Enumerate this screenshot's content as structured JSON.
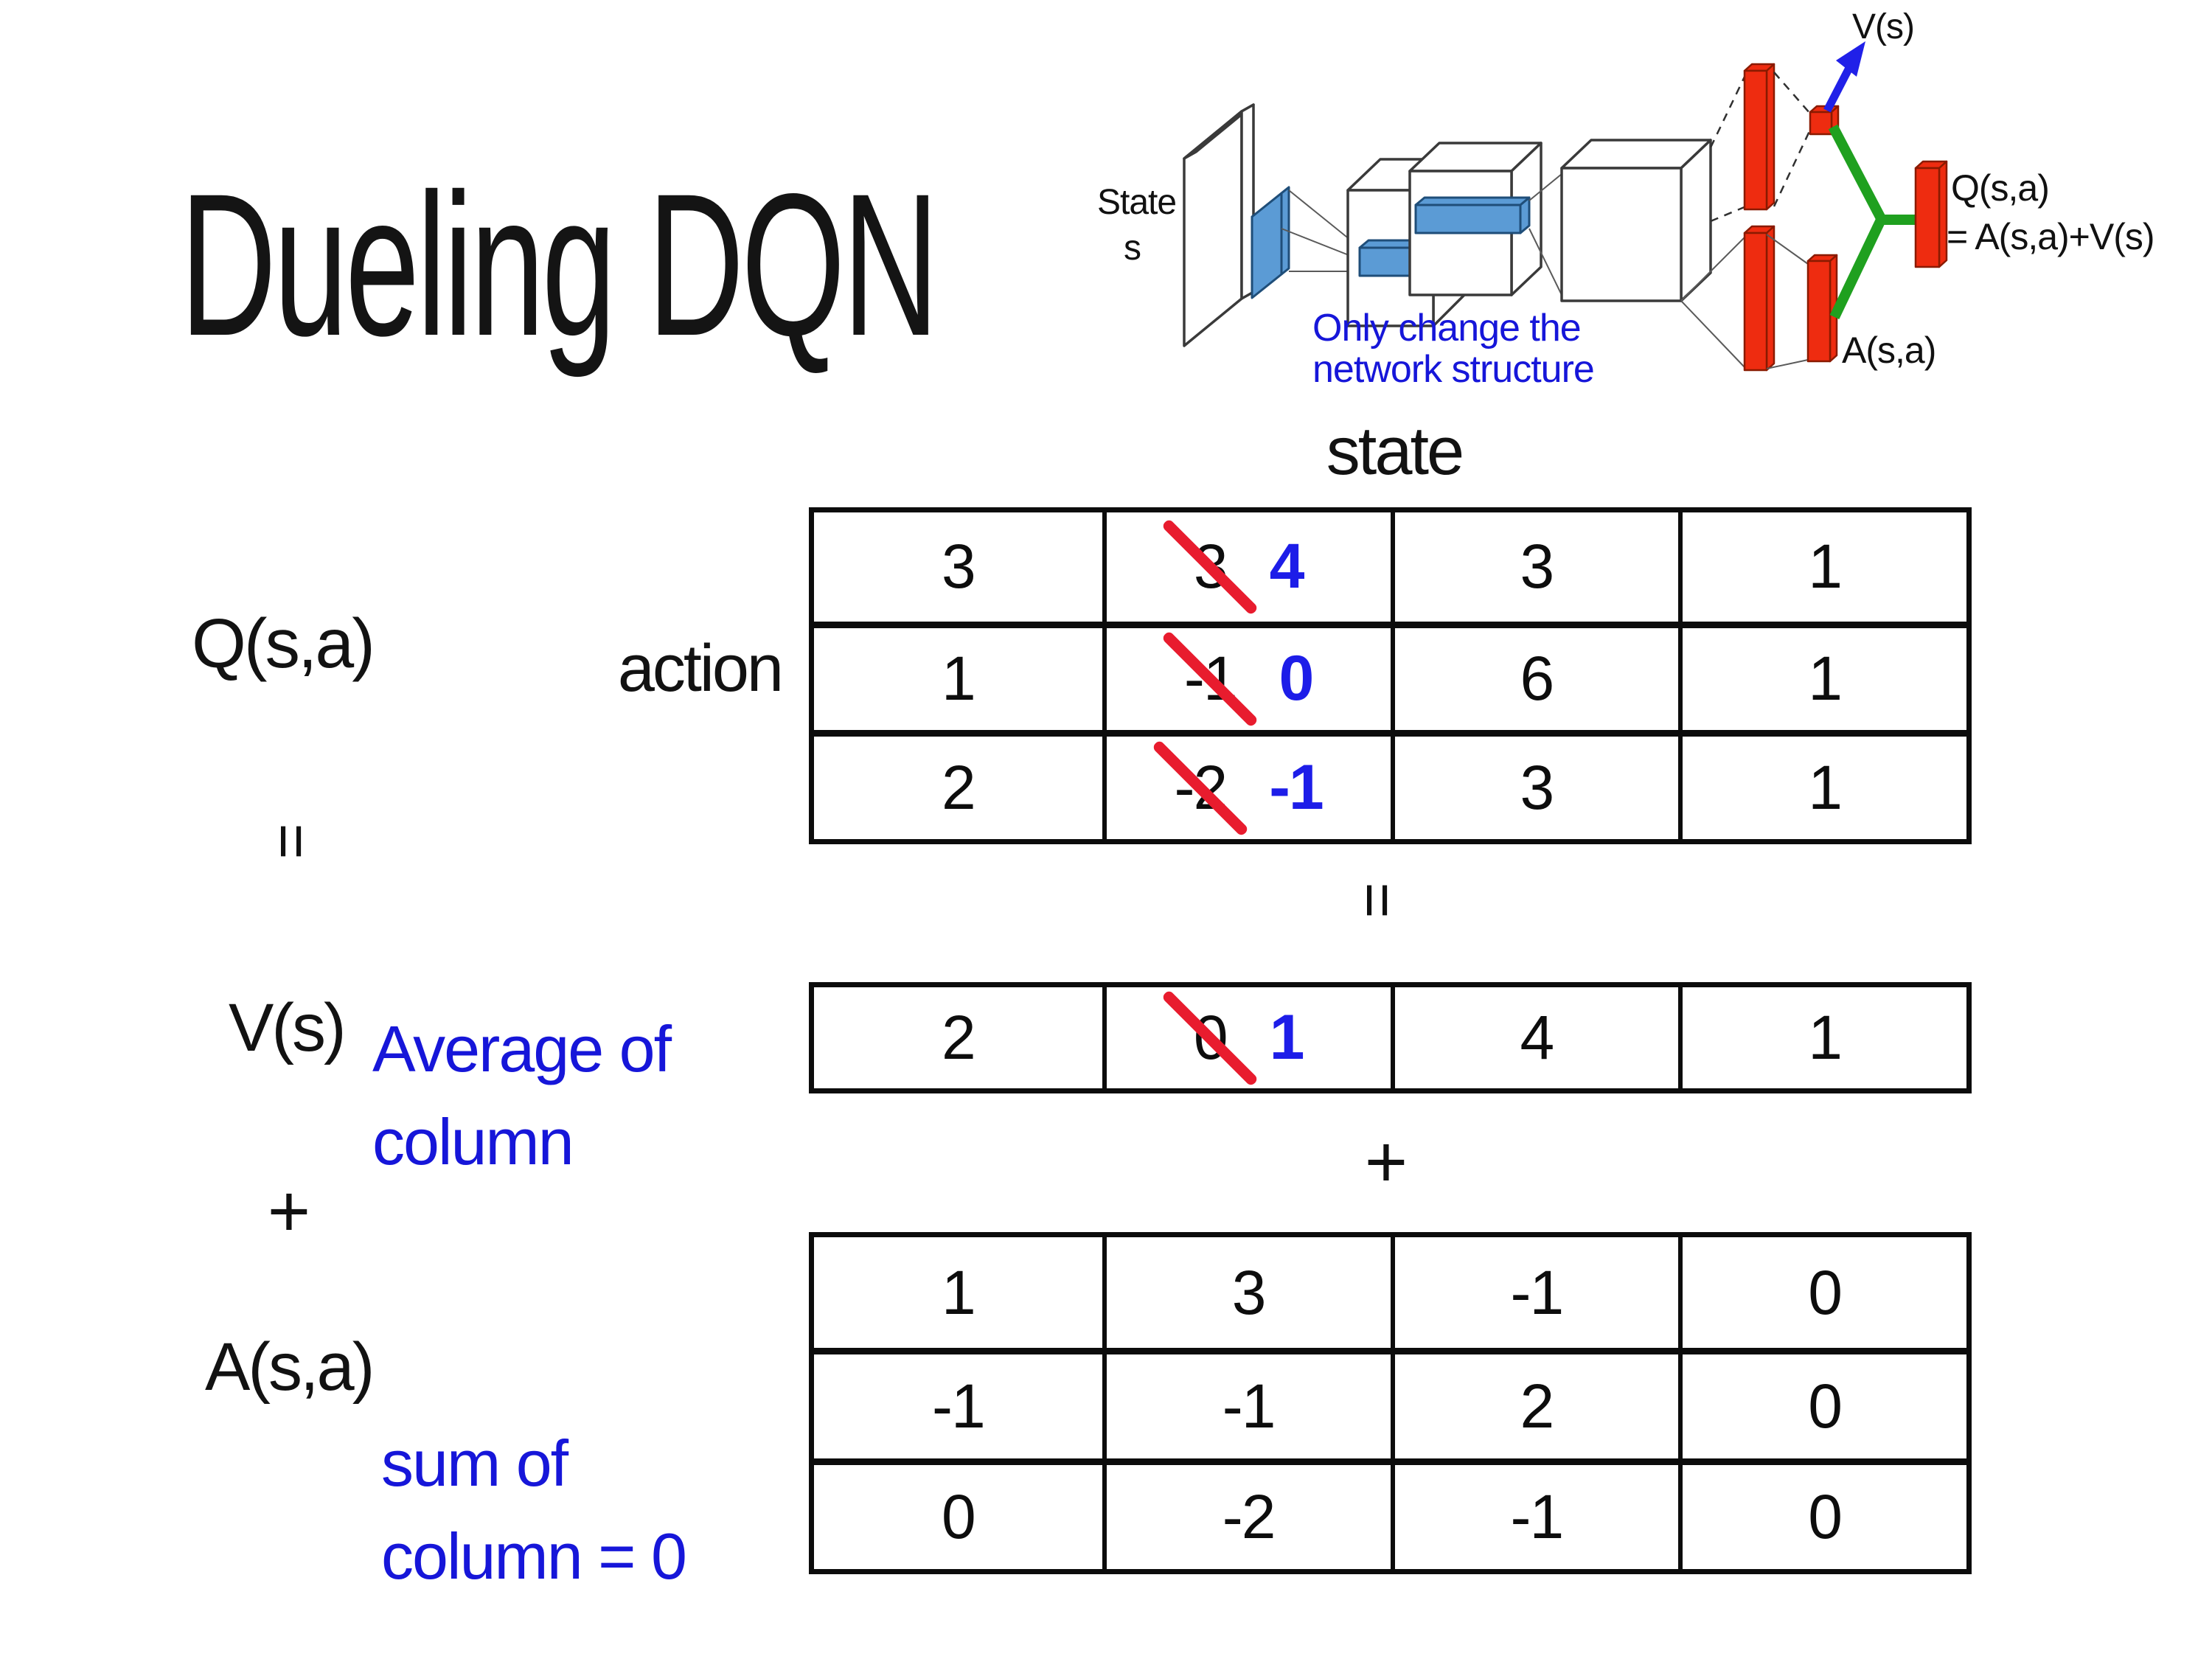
{
  "title": "Dueling DQN",
  "diagram": {
    "state_line1": "State",
    "state_line2": "s",
    "note1": "Only change the",
    "note2": "network structure",
    "v_out": "V(s)",
    "q_out1": "Q(s,a)",
    "q_out2": "= A(s,a)+V(s)",
    "a_out": "A(s,a)"
  },
  "labels": {
    "state_header": "state",
    "action": "action",
    "q": "Q(s,a)",
    "v": "V(s)",
    "a": "A(s,a)",
    "equals": "=",
    "plus": "+",
    "avg_note1": "Average of",
    "avg_note2": "column",
    "sum_note1": "sum of",
    "sum_note2": "column = 0"
  },
  "q_table": {
    "rows": [
      {
        "c0": "3",
        "old": "3",
        "new": "4",
        "c2": "3",
        "c3": "1"
      },
      {
        "c0": "1",
        "old": "-1",
        "new": "0",
        "c2": "6",
        "c3": "1"
      },
      {
        "c0": "2",
        "old": "-2",
        "new": "-1",
        "c2": "3",
        "c3": "1"
      }
    ]
  },
  "v_table": {
    "c0": "2",
    "old": "0",
    "new": "1",
    "c2": "4",
    "c3": "1"
  },
  "a_table": {
    "rows": [
      [
        "1",
        "3",
        "-1",
        "0"
      ],
      [
        "-1",
        "-1",
        "2",
        "0"
      ],
      [
        "0",
        "-2",
        "-1",
        "0"
      ]
    ]
  },
  "colors": {
    "text_black": "#111111",
    "accent_blue": "#1616d9",
    "number_blue": "#1d1de8",
    "slash_red": "#e81c2e",
    "bar_red": "#ee2c10",
    "bar_red_dark": "#8a1a00",
    "green": "#1fa01f",
    "arrow_blue": "#2020e8",
    "cnn_blue_fill": "#5b9bd5",
    "cnn_blue_stroke": "#1f4e79",
    "outline": "#3a3a3a",
    "table_border": "#0c0c0c"
  }
}
